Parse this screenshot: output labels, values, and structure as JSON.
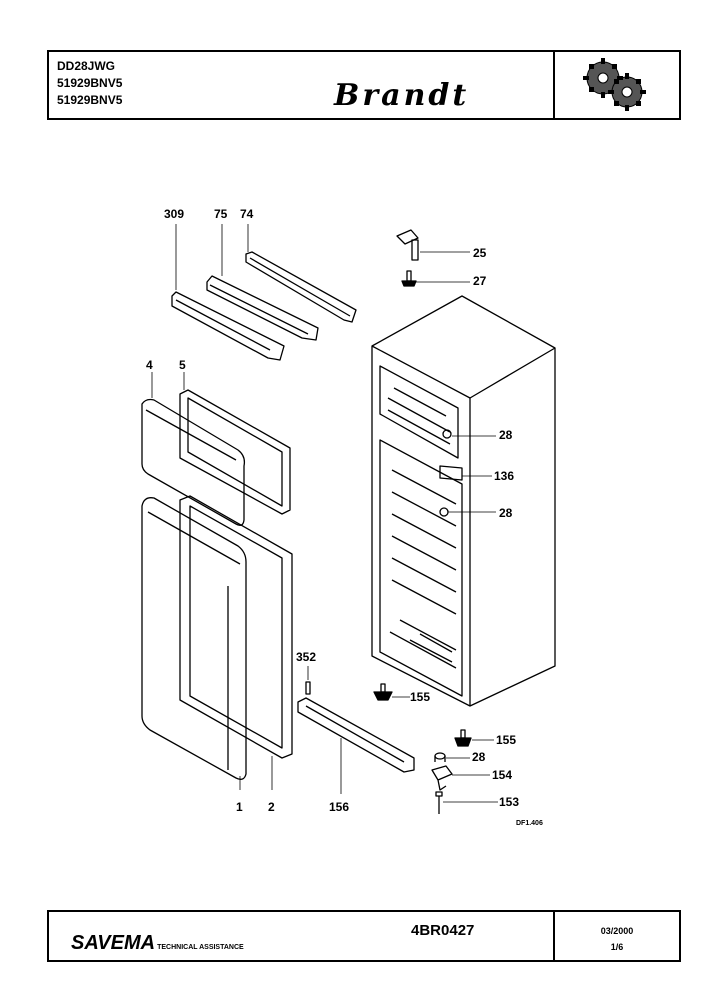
{
  "header": {
    "model_lines": [
      "DD28JWG",
      "51929BNV5",
      "51929BNV5"
    ],
    "brand": "Brandt",
    "logo_icon": "gears-icon"
  },
  "diagram": {
    "part_labels": {
      "p309": "309",
      "p75": "75",
      "p74": "74",
      "p4": "4",
      "p5": "5",
      "p25": "25",
      "p27": "27",
      "p28a": "28",
      "p136": "136",
      "p28b": "28",
      "p352": "352",
      "p155a": "155",
      "p155b": "155",
      "p28c": "28",
      "p154": "154",
      "p153": "153",
      "p1": "1",
      "p2": "2",
      "p156": "156"
    },
    "drawing_code": "DF1.406"
  },
  "footer": {
    "company": "SAVEMA",
    "company_sub": "TECHNICAL ASSISTANCE",
    "reference": "4BR0427",
    "date": "03/2000",
    "page": "1/6"
  }
}
